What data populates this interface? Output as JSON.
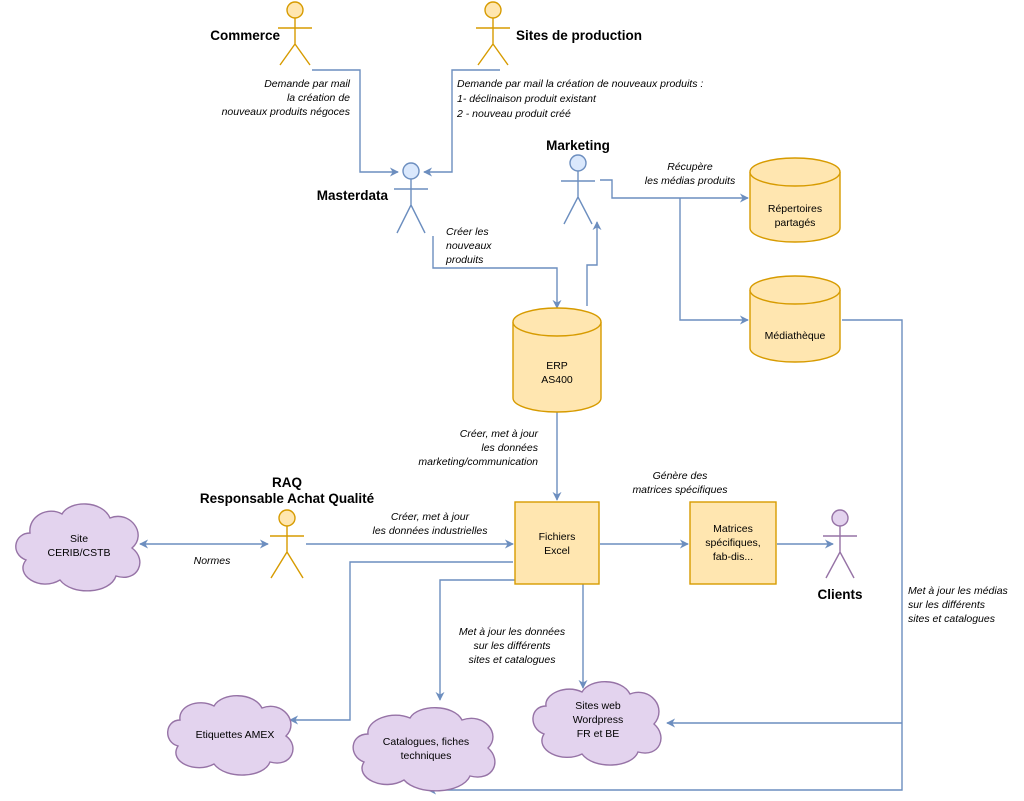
{
  "actors": {
    "commerce": "Commerce",
    "sites_production": "Sites de production",
    "marketing": "Marketing",
    "masterdata": "Masterdata",
    "raq_line1": "RAQ",
    "raq_line2": "Responsable Achat Qualité",
    "clients": "Clients"
  },
  "nodes": {
    "erp": [
      "ERP",
      "AS400"
    ],
    "repertoires": [
      "Répertoires",
      "partagés"
    ],
    "mediatheque": "Médiathèque",
    "fichiers_excel": [
      "Fichiers",
      "Excel"
    ],
    "matrices": [
      "Matrices",
      "spécifiques,",
      "fab-dis..."
    ],
    "site_cerib": [
      "Site",
      "CERIB/CSTB"
    ],
    "etiquettes": "Etiquettes AMEX",
    "catalogues": [
      "Catalogues, fiches",
      "techniques"
    ],
    "sites_web": [
      "Sites web",
      "Wordpress",
      "FR et BE"
    ]
  },
  "edge_labels": {
    "commerce_demand": [
      "Demande par mail",
      "la création de",
      "nouveaux produits négoces"
    ],
    "production_demand": [
      "Demande par mail la création de nouveaux produits :",
      "1- déclinaison produit existant",
      "2 - nouveau produit créé"
    ],
    "recupere": [
      "Récupère",
      "les médias produits"
    ],
    "creer_produits": [
      "Créer les",
      "nouveaux",
      "produits"
    ],
    "marketing_update": [
      "Créer, met à jour",
      "les données",
      "marketing/communication"
    ],
    "genere": [
      "Génère des",
      "matrices spécifiques"
    ],
    "industrial_update": [
      "Créer, met à jour",
      "les données industrielles"
    ],
    "normes": "Normes",
    "update_sites": [
      "Met à jour les données",
      "sur les différents",
      "sites et catalogues"
    ],
    "update_medias": [
      "Met à jour les médias",
      "sur les différents",
      "sites et catalogues"
    ]
  },
  "colors": {
    "edge": "#6c8ebf",
    "node_fill": "#ffe6b0",
    "node_stroke": "#d79b00",
    "cloud_fill": "#e3d3ee",
    "cloud_stroke": "#9673a6",
    "masterdata_fill": "#dae8fc",
    "masterdata_stroke": "#6c8ebf"
  }
}
